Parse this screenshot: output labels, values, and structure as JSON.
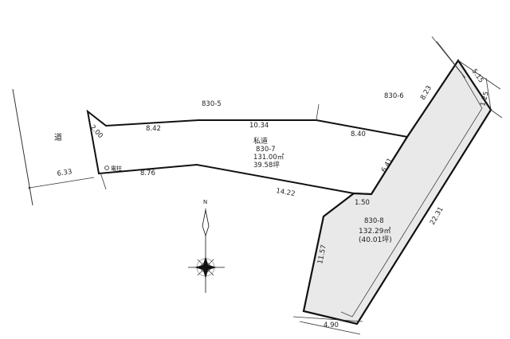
{
  "labels": {
    "road": "道",
    "lot_830_5": "830-5",
    "lot_830_6": "830-6",
    "private_road_name": "私道",
    "private_road_lot": "830-7",
    "private_road_area_m2": "131.00㎡",
    "private_road_area_tsubo": "39.58坪",
    "subject_lot": "830-8",
    "subject_area_m2": "132.29㎡",
    "subject_area_tsubo": "(40.01坪)",
    "utility_pole": "電柱",
    "north": "N"
  },
  "dimensions": {
    "d_2_00": "2.00",
    "d_8_42": "8.42",
    "d_10_34": "10.34",
    "d_8_40": "8.40",
    "d_6_41": "6.41",
    "d_1_50": "1.50",
    "d_8_76": "8.76",
    "d_14_22": "14.22",
    "d_6_33": "6.33",
    "d_8_23": "8.23",
    "d_5_15": "5.15",
    "d_1_25": "1.25",
    "d_22_31": "22.31",
    "d_11_57": "11.57",
    "d_4_90": "4.90"
  },
  "colors": {
    "line": "#111111",
    "subject_fill": "#e9e9e9",
    "thin_line": "#333333"
  }
}
